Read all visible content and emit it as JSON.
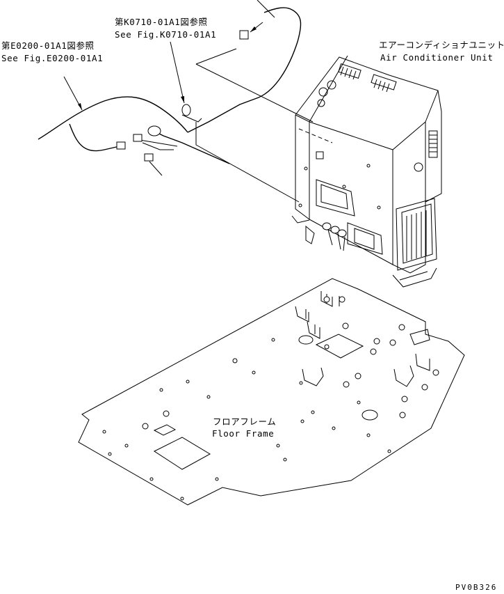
{
  "labels": {
    "ref_e0200_jp": "第E0200-01A1図参照",
    "ref_e0200_en": "See Fig.E0200-01A1",
    "ref_k0710_jp": "第K0710-01A1図参照",
    "ref_k0710_en": "See Fig.K0710-01A1",
    "aircon_jp": "エアーコンディショナユニット",
    "aircon_en": "Air Conditioner Unit",
    "floor_jp": "フロアフレーム",
    "floor_en": "Floor Frame",
    "drawing_code": "PV0B326"
  }
}
